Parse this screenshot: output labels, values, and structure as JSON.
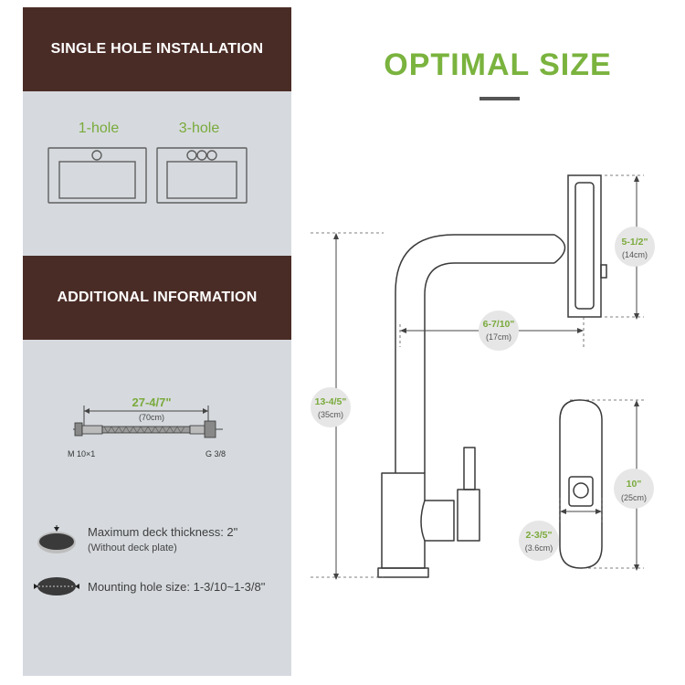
{
  "sections": {
    "install_title": "SINGLE HOLE INSTALLATION",
    "additional_title": "ADDITIONAL INFORMATION"
  },
  "sinks": {
    "one_hole_label": "1-hole",
    "three_hole_label": "3-hole"
  },
  "hose": {
    "length": "27-4/7\"",
    "length_metric": "(70cm)",
    "left_thread": "M 10×1",
    "right_thread": "G 3/8"
  },
  "deck": {
    "thickness_text": "Maximum deck thickness: 2\"",
    "thickness_note": "(Without deck plate)",
    "hole_text": "Mounting hole size: 1-3/10~1-3/8\""
  },
  "optimal": {
    "title": "OPTIMAL SIZE"
  },
  "dimensions": {
    "head_height": "5-1/2\"",
    "head_height_metric": "(14cm)",
    "reach": "6-7/10\"",
    "reach_metric": "(17cm)",
    "total_height": "13-4/5\"",
    "total_height_metric": "(35cm)",
    "plate_length": "10\"",
    "plate_length_metric": "(25cm)",
    "plate_width": "2-3/5\"",
    "plate_width_metric": "(3.6cm)"
  },
  "colors": {
    "accent_green": "#7ab33e",
    "header_brown": "#4a2c26",
    "panel_gray": "#d6dade"
  }
}
